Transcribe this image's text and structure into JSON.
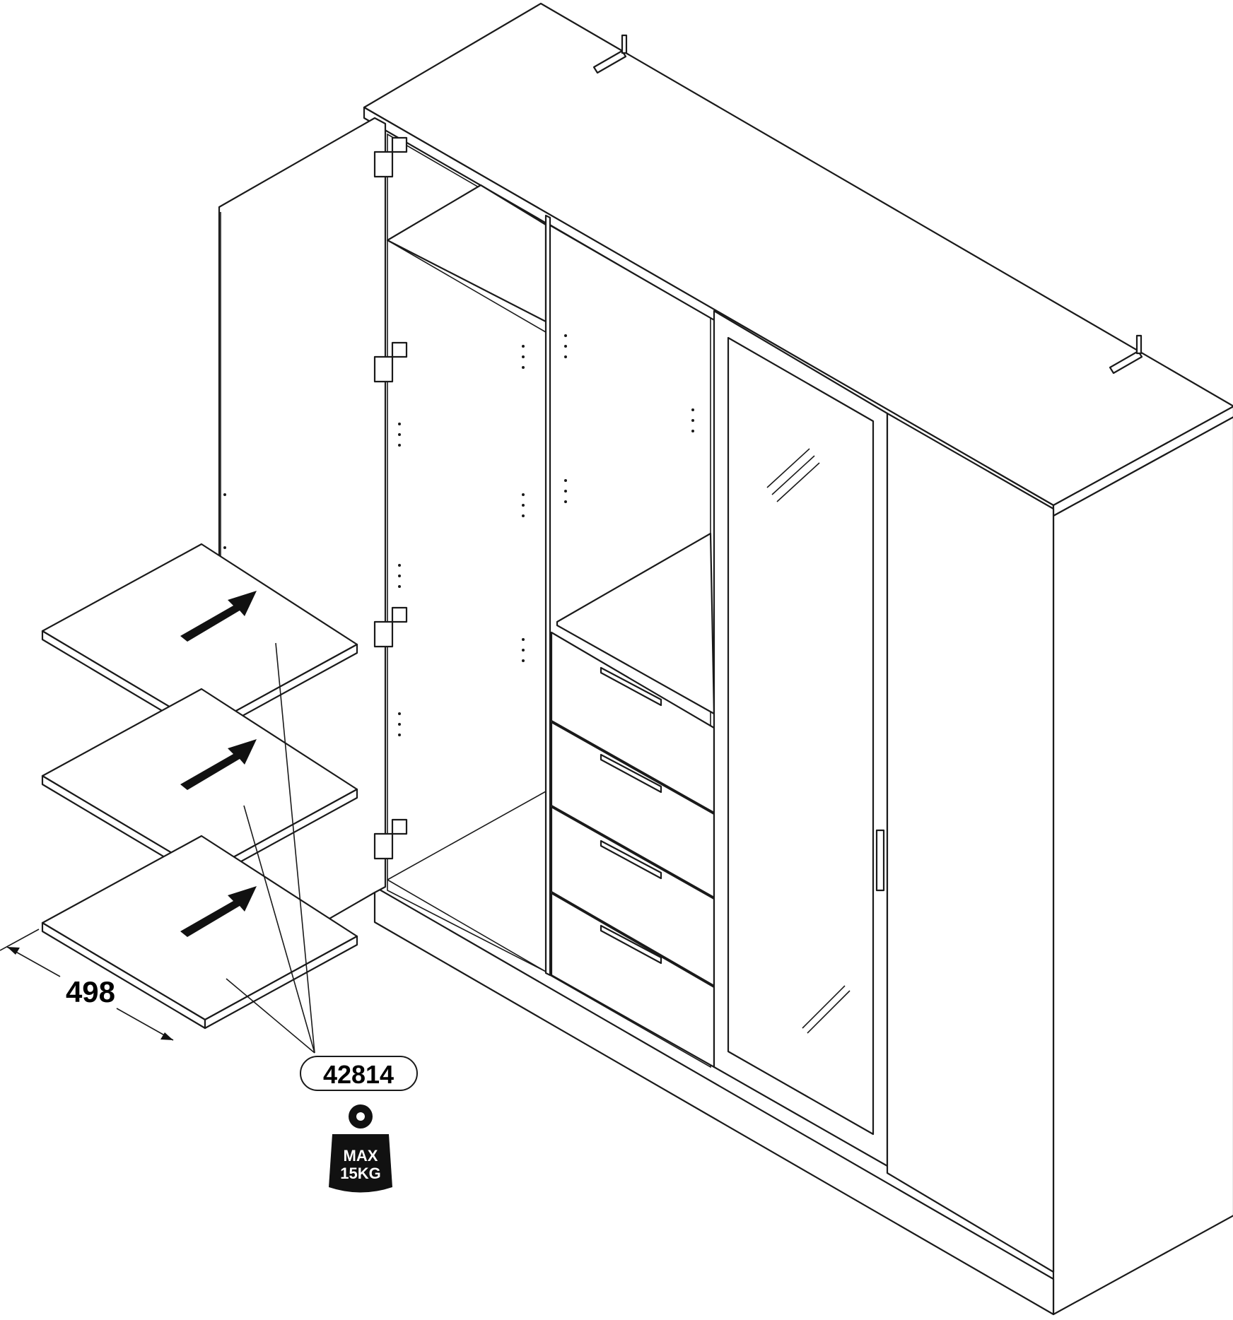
{
  "dimension": {
    "value": "498"
  },
  "part_label": {
    "number": "42814"
  },
  "weight_badge": {
    "line1": "MAX",
    "line2": "15KG"
  }
}
